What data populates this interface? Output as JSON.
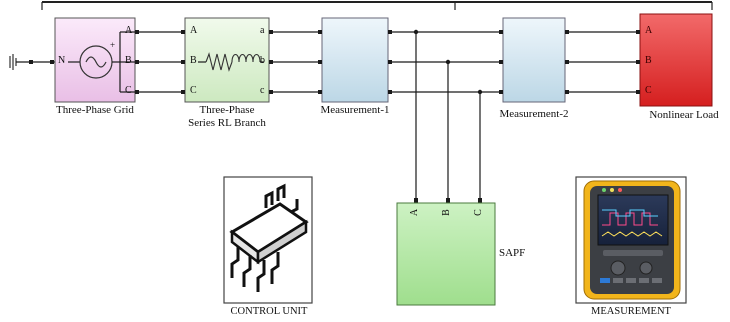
{
  "blocks": {
    "grid": {
      "label": "Three-Phase Grid",
      "neutral": "N",
      "ports": [
        "A",
        "B",
        "C"
      ],
      "sign": "+"
    },
    "rl": {
      "label_line1": "Three-Phase",
      "label_line2": "Series RL Branch",
      "in_ports": [
        "A",
        "B",
        "C"
      ],
      "out_ports": [
        "a",
        "b",
        "c"
      ]
    },
    "meas1": {
      "label": "Measurement-1"
    },
    "meas2": {
      "label": "Measurement-2"
    },
    "load": {
      "label": "Nonlinear Load",
      "ports": [
        "A",
        "B",
        "C"
      ]
    },
    "control": {
      "label": "CONTROL UNIT"
    },
    "sapf": {
      "label": "SAPF",
      "ports": [
        "A",
        "B",
        "C"
      ]
    },
    "measurement": {
      "label": "MEASUREMENT"
    }
  },
  "colors": {
    "grid_fill": "#f3d9f1",
    "rl_fill": "#e3f4da",
    "meas_fill": "#d7e7f1",
    "load_fill": "#e63a3a",
    "sapf_fill": "#b6e9a8",
    "scope_body": "#f2b51b",
    "wire": "#1a1a1a"
  }
}
